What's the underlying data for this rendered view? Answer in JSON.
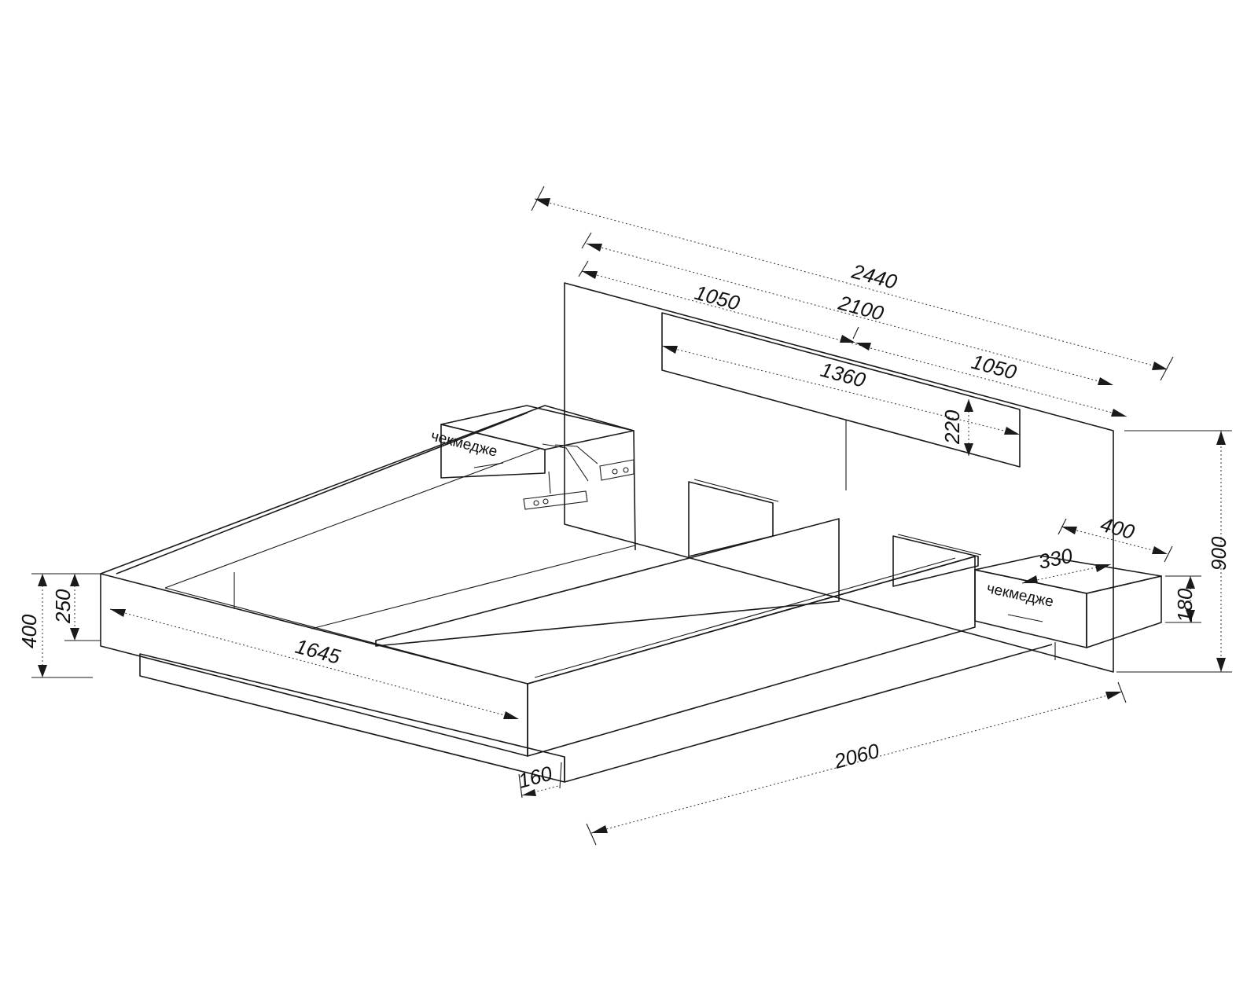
{
  "drawing": {
    "dimensions": {
      "headboard_width": "2440",
      "headboard_panel_left": "1050",
      "headboard_panel_total": "2100",
      "headboard_panel_right": "1050",
      "shelf_width": "1360",
      "shelf_height": "220",
      "headboard_height": "900",
      "nightstand_width": "400",
      "nightstand_depth": "330",
      "nightstand_height": "180",
      "bed_height": "400",
      "frame_height": "250",
      "bed_width": "1645",
      "bed_length": "2060",
      "base_offset": "160"
    },
    "labels": {
      "nightstand_left": "чекмедже",
      "nightstand_right": "чекмедже"
    }
  }
}
